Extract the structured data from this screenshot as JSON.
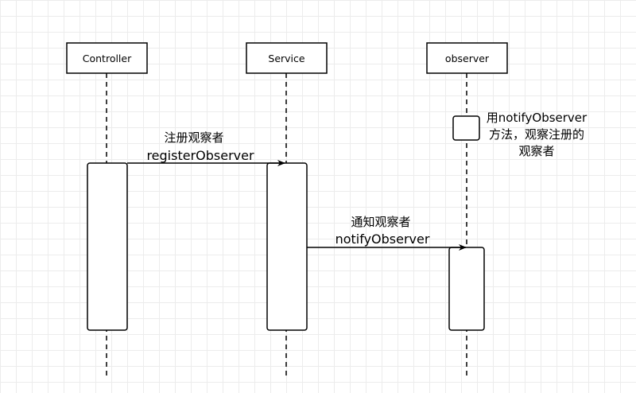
{
  "participants": [
    {
      "id": "controller",
      "label": "Controller"
    },
    {
      "id": "service",
      "label": "Service"
    },
    {
      "id": "observer",
      "label": "observer"
    }
  ],
  "messages": [
    {
      "id": "register",
      "line1": "注册观察者",
      "line2": "registerObserver"
    },
    {
      "id": "notify",
      "line1": "通知观察者",
      "line2": "notifyObserver"
    }
  ],
  "self_note": {
    "line1": "用notifyObserver",
    "line2": "方法，观察注册的",
    "line3": "观察者"
  },
  "colors": {
    "stroke": "#000000",
    "grid": "#ececec",
    "background": "#ffffff"
  }
}
